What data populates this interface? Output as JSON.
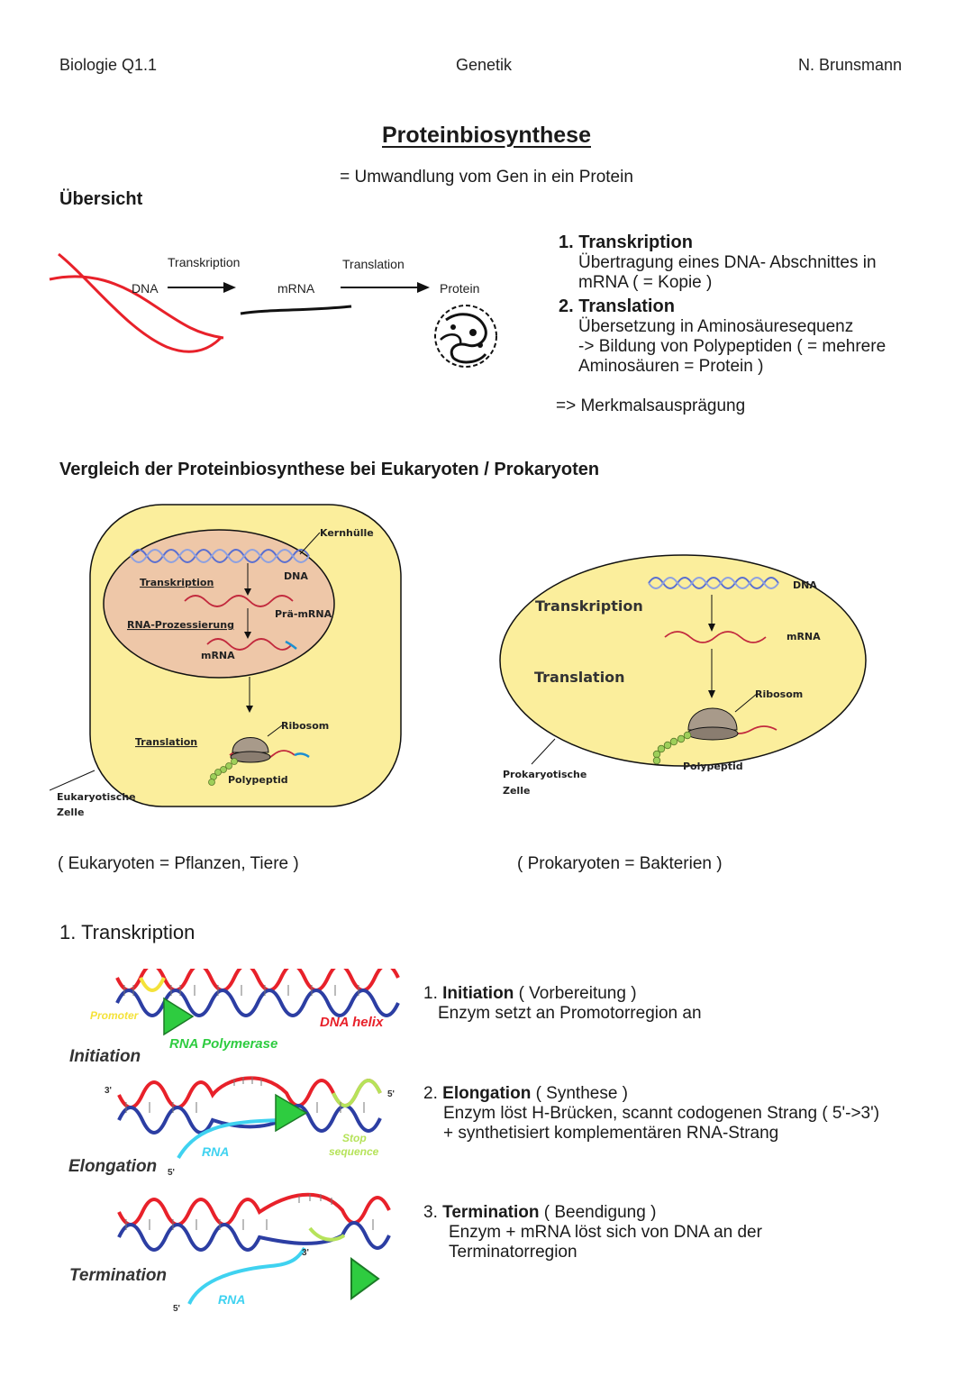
{
  "header": {
    "left": "Biologie Q1.1",
    "center": "Genetik",
    "right": "N. Brunsmann"
  },
  "title": "Proteinbiosynthese",
  "subtitle": "= Umwandlung vom Gen in ein Protein",
  "overview": {
    "heading": "Übersicht",
    "diagram": {
      "dna": "DNA",
      "transcription": "Transkription",
      "mrna": "mRNA",
      "translation": "Translation",
      "protein": "Protein"
    },
    "steps": [
      {
        "title": "1. Transkription",
        "lines": [
          "Übertragung eines DNA- Abschnittes in",
          "mRNA ( = Kopie )"
        ]
      },
      {
        "title": "2. Translation",
        "lines": [
          "Übersetzung in Aminosäuresequenz",
          "-> Bildung von Polypeptiden ( = mehrere",
          "Aminosäuren = Protein )"
        ]
      }
    ],
    "result": "=> Merkmalsausprägung"
  },
  "comparison": {
    "heading": "Vergleich der Proteinbiosynthese bei Eukaryoten / Prokaryoten",
    "eukaryote": {
      "kernhuelle": "Kernhülle",
      "dna": "DNA",
      "transkription": "Transkription",
      "prae_mrna": "Prä-mRNA",
      "rna_prozessierung": "RNA-Prozessierung",
      "mrna": "mRNA",
      "ribosom": "Ribosom",
      "translation": "Translation",
      "polypeptid": "Polypeptid",
      "cell_line1": "Eukaryotische",
      "cell_line2": "Zelle",
      "caption": "( Eukaryoten = Pflanzen, Tiere )"
    },
    "prokaryote": {
      "dna": "DNA",
      "transkription": "Transkription",
      "mrna": "mRNA",
      "translation": "Translation",
      "ribosom": "Ribosom",
      "polypeptid": "Polypeptid",
      "cell_line1": "Prokaryotische",
      "cell_line2": "Zelle",
      "caption": "( Prokaryoten = Bakterien )"
    }
  },
  "transcription": {
    "heading": "1. Transkription",
    "diagram": {
      "promoter": "Promoter",
      "dna_helix": "DNA helix",
      "rna_polymerase": "RNA Polymerase",
      "initiation": "Initiation",
      "three_prime": "3'",
      "five_prime": "5'",
      "rna": "RNA",
      "stop1": "Stop",
      "stop2": "sequence",
      "elongation": "Elongation",
      "termination": "Termination"
    },
    "steps": [
      {
        "num": "1.",
        "name": "Initiation",
        "paren": "( Vorbereitung )",
        "lines": [
          "Enzym setzt an Promotorregion an"
        ]
      },
      {
        "num": "2.",
        "name": "Elongation",
        "paren": "( Synthese )",
        "lines": [
          "Enzym löst H-Brücken, scannt codogenen Strang ( 5'->3')",
          "+ synthetisiert komplementären RNA-Strang"
        ]
      },
      {
        "num": "3.",
        "name": "Termination",
        "paren": "( Beendigung )",
        "lines": [
          "Enzym + mRNA löst sich von DNA an der",
          "Terminatorregion"
        ]
      }
    ]
  },
  "colors": {
    "dna_red": "#e8212a",
    "dna_blue": "#2c3ea3",
    "rna_cyan": "#3fd2f0",
    "polymerase_green": "#2ecc40",
    "cell_fill": "#fbee9c",
    "nucleus_fill": "#eec7a8",
    "promoter_yellow": "#f4e23a",
    "stop_green": "#b6e35a"
  }
}
